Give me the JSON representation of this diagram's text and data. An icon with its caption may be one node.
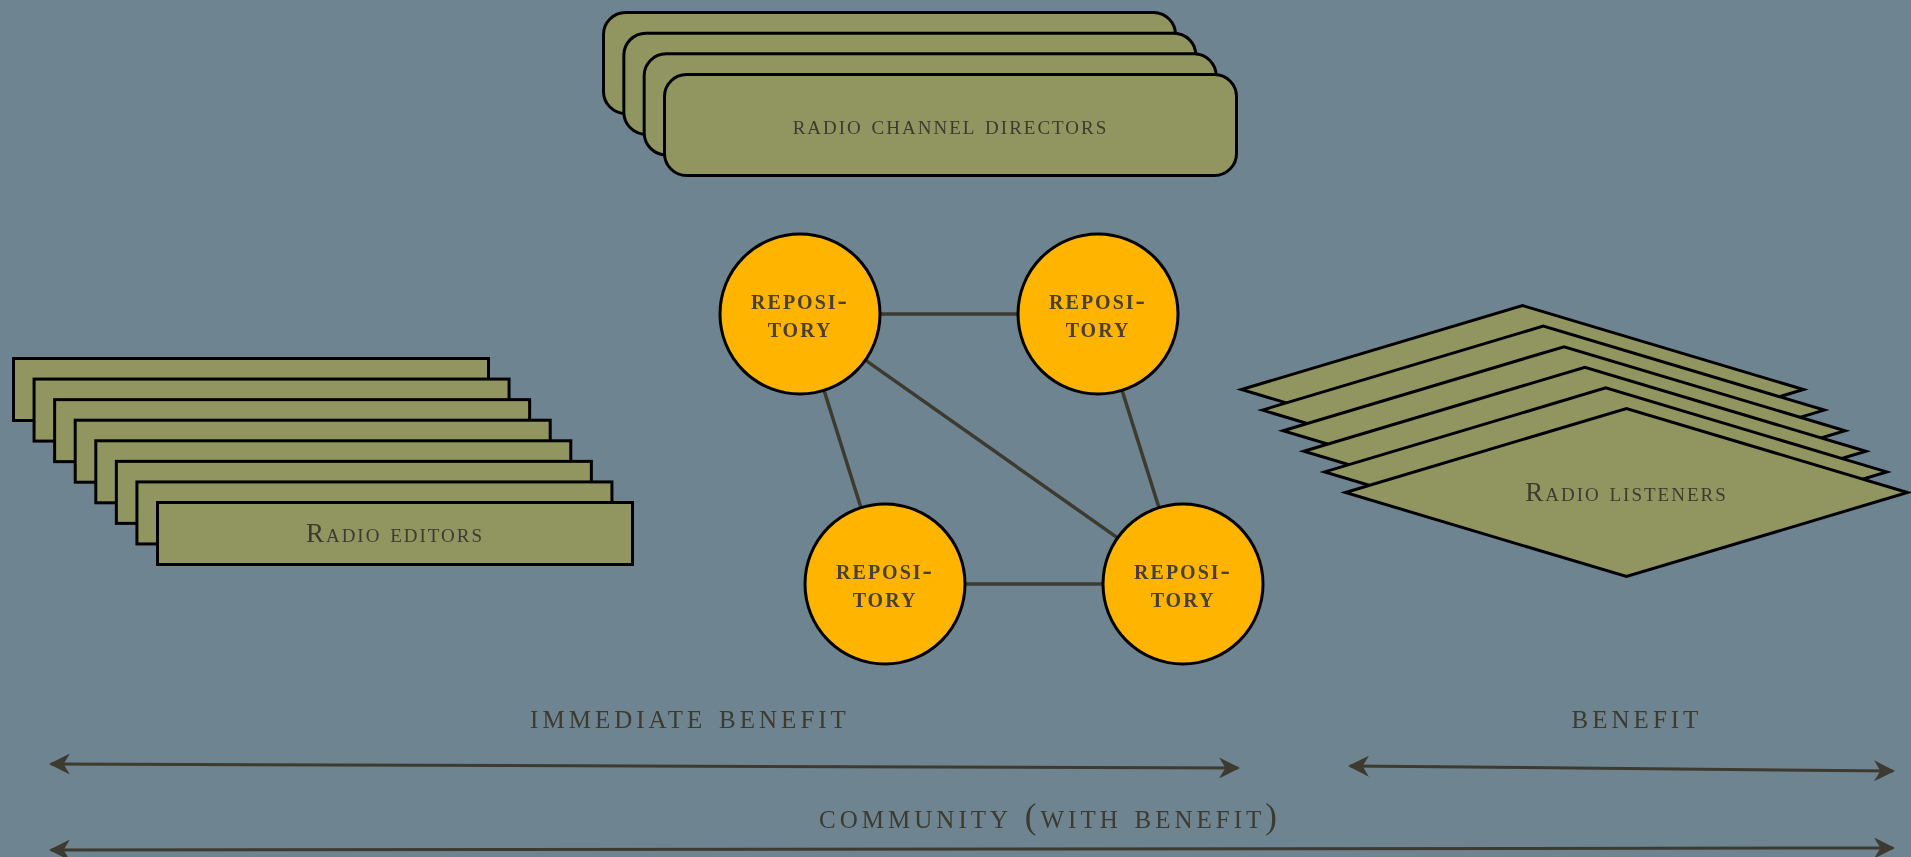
{
  "diagram": {
    "nodes": [
      {
        "text": [
          "radio channel directors"
        ]
      },
      {
        "text": [
          "Radio editors"
        ]
      },
      {
        "text": [
          "Radio listeners"
        ]
      },
      {
        "text": [
          "reposi-tory"
        ]
      },
      {
        "text": [
          "reposi-tory"
        ]
      },
      {
        "text": [
          "reposi-tory"
        ]
      },
      {
        "text": [
          "reposi-tory"
        ]
      }
    ],
    "edges": [
      {
        "from": 3,
        "to": 4,
        "arrow": "none"
      },
      {
        "from": 3,
        "to": 5,
        "arrow": "none"
      },
      {
        "from": 3,
        "to": 6,
        "arrow": "none"
      },
      {
        "from": 4,
        "to": 6,
        "arrow": "none"
      },
      {
        "from": 5,
        "to": 6,
        "arrow": "none"
      }
    ],
    "labels": [
      "immediate benefit",
      "benefit",
      "community (with benefit)"
    ]
  }
}
